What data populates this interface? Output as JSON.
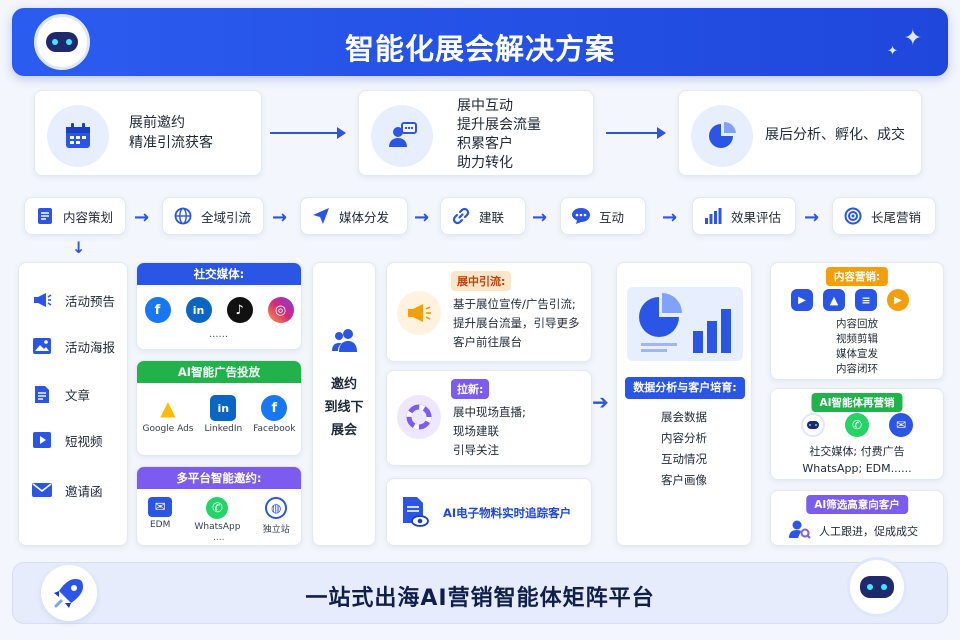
{
  "banner": {
    "title": "智能化展会解决方案"
  },
  "stages": [
    {
      "lines": [
        "展前邀约",
        "精准引流获客"
      ],
      "icon": "calendar-icon"
    },
    {
      "lines": [
        "展中互动",
        "提升展会流量",
        "积累客户",
        "助力转化"
      ],
      "icon": "chat-user-icon"
    },
    {
      "lines": [
        "展后分析、孵化、成交"
      ],
      "icon": "pie-chart-icon"
    }
  ],
  "flow": [
    {
      "label": "内容策划",
      "icon": "document-icon"
    },
    {
      "label": "全域引流",
      "icon": "globe-icon"
    },
    {
      "label": "媒体分发",
      "icon": "send-icon"
    },
    {
      "label": "建联",
      "icon": "link-icon"
    },
    {
      "label": "互动",
      "icon": "message-icon"
    },
    {
      "label": "效果评估",
      "icon": "bar-chart-icon"
    },
    {
      "label": "长尾营销",
      "icon": "target-icon"
    }
  ],
  "content_list": [
    {
      "label": "活动预告",
      "icon": "megaphone-icon"
    },
    {
      "label": "活动海报",
      "icon": "image-icon"
    },
    {
      "label": "文章",
      "icon": "article-icon"
    },
    {
      "label": "短视频",
      "icon": "video-icon"
    },
    {
      "label": "邀请函",
      "icon": "mail-icon"
    }
  ],
  "channels": {
    "social": {
      "title": "社交媒体:",
      "more": "......",
      "logos": [
        "f",
        "in",
        "♪",
        "◎"
      ]
    },
    "ads": {
      "title": "AI智能广告投放",
      "items": [
        {
          "name": "Google Ads",
          "mark": "▲"
        },
        {
          "name": "LinkedIn",
          "mark": "in"
        },
        {
          "name": "Facebook",
          "mark": "f"
        }
      ]
    },
    "invite": {
      "title": "多平台智能邀约:",
      "items": [
        {
          "name": "EDM",
          "mark": "✉"
        },
        {
          "name": "WhatsApp",
          "mark": "✆"
        },
        {
          "name": "独立站",
          "mark": "◍"
        }
      ],
      "more": "...."
    }
  },
  "invite_box": {
    "lines": [
      "邀约",
      "到线下",
      "展会"
    ]
  },
  "onsite": {
    "drainage": {
      "tag": "展中引流:",
      "lines": [
        "基于展位宣传/广告引流;",
        "提升展台流量，引导更多",
        "客户前往展台"
      ]
    },
    "newcomers": {
      "tag": "拉新:",
      "lines": [
        "展中现场直播;",
        "现场建联",
        "引导关注"
      ]
    },
    "tracking": {
      "text": "AI电子物料实时追踪客户"
    }
  },
  "analysis": {
    "title": "数据分析与客户培育:",
    "items": [
      "展会数据",
      "内容分析",
      "互动情况",
      "客户画像"
    ]
  },
  "right": {
    "content_marketing": {
      "title": "内容营销:",
      "lines": [
        "内容回放",
        "视频剪辑",
        "媒体宣发",
        "内容闭环"
      ]
    },
    "remarketing": {
      "title": "AI智能体再营销",
      "lines": [
        "社交媒体; 付费广告",
        "WhatsApp; EDM......"
      ]
    },
    "filter": {
      "title": "AI筛选高意向客户",
      "text": "人工跟进，促成成交"
    }
  },
  "footer": {
    "title": "一站式出海AI营销智能体矩阵平台"
  },
  "colors": {
    "primary": "#2a55e5",
    "green": "#22b24c",
    "purple": "#7c5cf0",
    "orange": "#f59e0b"
  }
}
